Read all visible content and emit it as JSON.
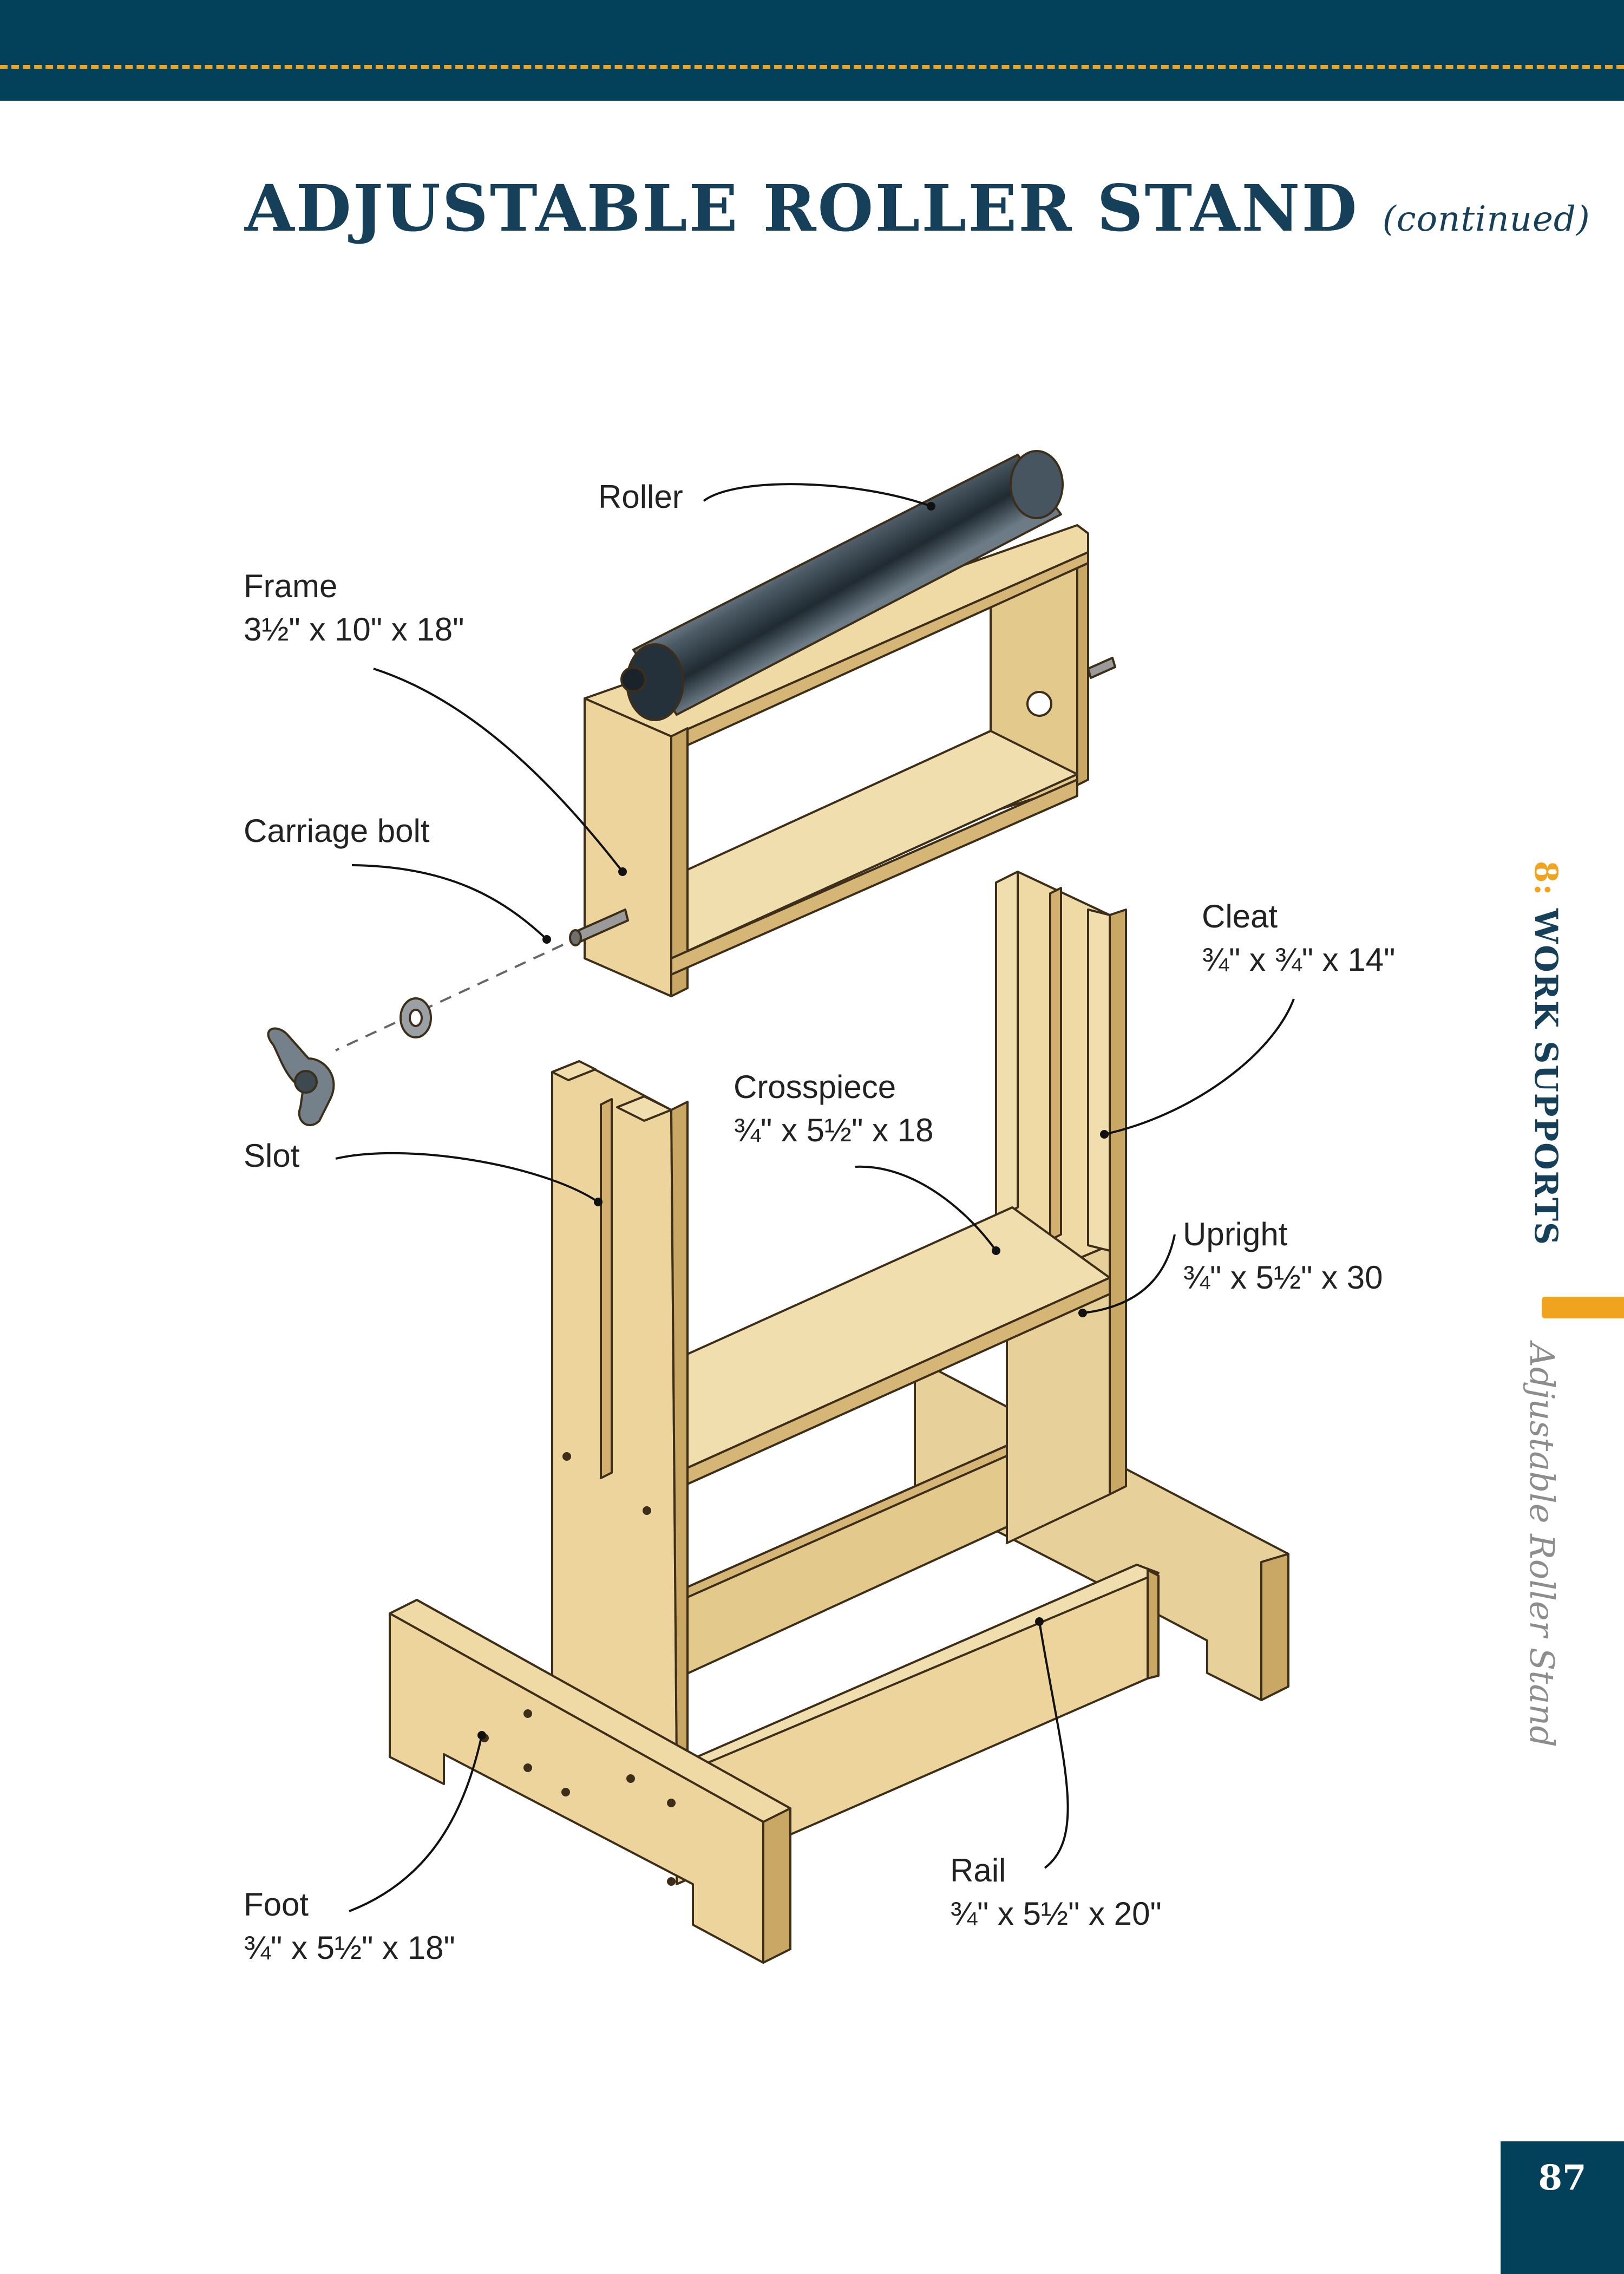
{
  "header": {
    "title": "ADJUSTABLE ROLLER STAND",
    "title_suffix": "(continued)"
  },
  "labels": {
    "roller": "Roller",
    "frame": "Frame",
    "frame_dims": "3½\" x 10\" x 18\"",
    "carriage_bolt": "Carriage bolt",
    "slot": "Slot",
    "cleat": "Cleat",
    "cleat_dims": "¾\" x ¾\" x 14\"",
    "crosspiece": "Crosspiece",
    "crosspiece_dims": "¾\" x 5½\" x 18",
    "upright": "Upright",
    "upright_dims": "¾\" x 5½\" x 30",
    "rail": "Rail",
    "rail_dims": "¾\" x 5½\" x 20\"",
    "foot": "Foot",
    "foot_dims": "¾\" x 5½\" x 18\""
  },
  "side_tab": {
    "chapter_number": "8:",
    "chapter_title": "WORK SUPPORTS",
    "section": "Adjustable Roller Stand"
  },
  "footer": {
    "page_number": "87"
  },
  "colors": {
    "header_bar": "#034059",
    "accent_gold": "#f0a31f",
    "title_text": "#16405a",
    "wood_light": "#f1deaf",
    "wood_mid": "#e3c98c",
    "wood_dark": "#c9a765",
    "roller_metal": "#3e4e5a"
  }
}
